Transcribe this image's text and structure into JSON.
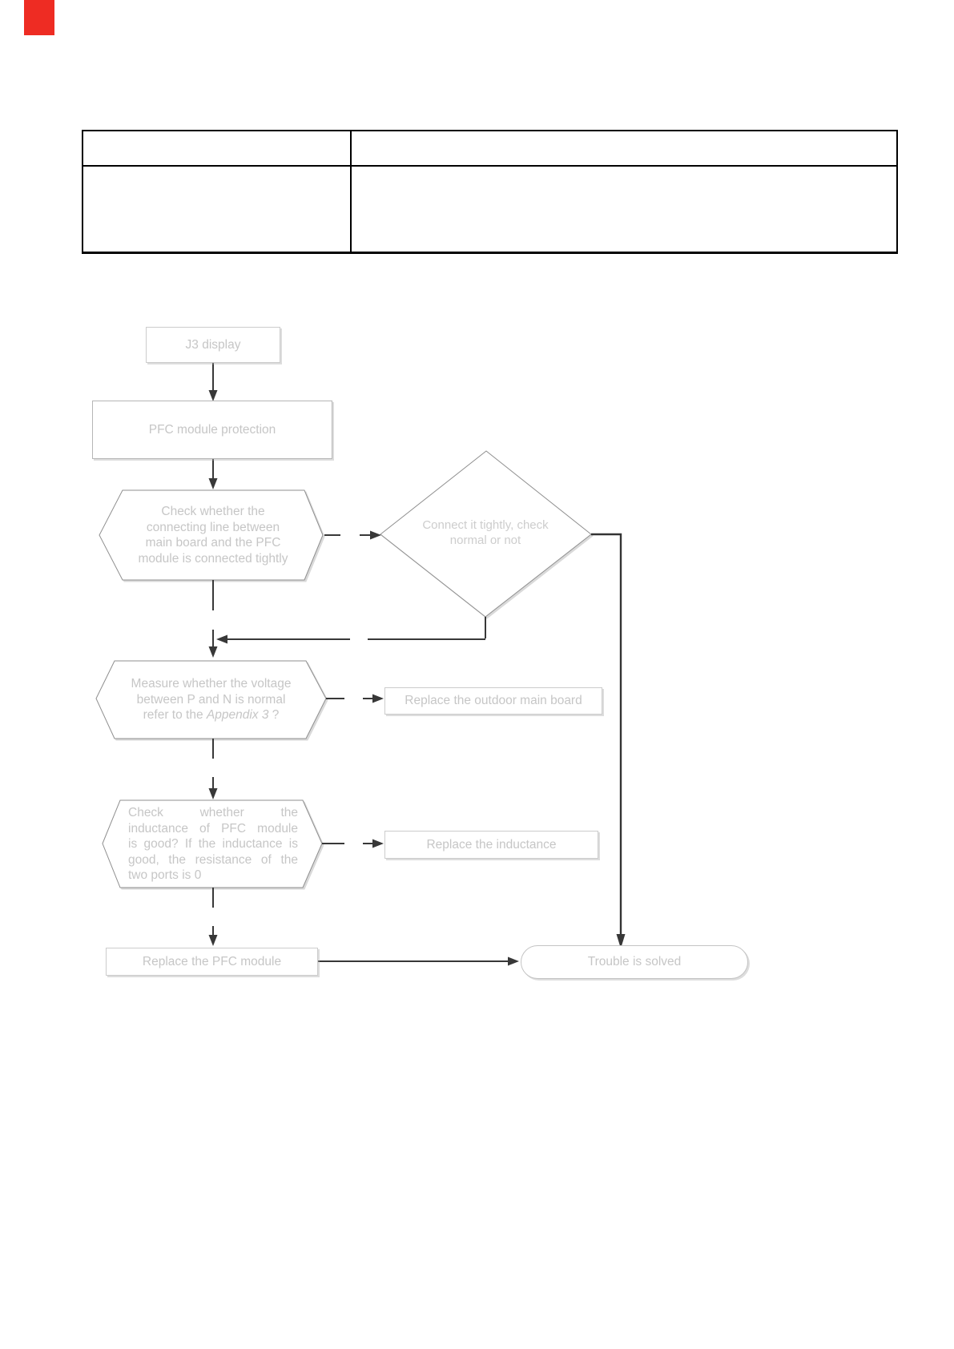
{
  "page": {
    "background": "#ffffff",
    "red_mark_color": "#ee2c23"
  },
  "table": {
    "header_row": [
      "",
      ""
    ],
    "body_row": [
      "",
      ""
    ]
  },
  "flowchart": {
    "start": {
      "label": "J3 display"
    },
    "protection": {
      "label": "PFC module protection"
    },
    "check_connection": {
      "label": "Check whether the\nconnecting line between\nmain board and the PFC\nmodule is connected tightly"
    },
    "connect_tightly": {
      "label": "Connect it tightly, check\nnormal or not"
    },
    "measure_voltage": {
      "line1": "Measure whether the voltage",
      "line2": "between P and N is normal",
      "line3_prefix": "refer to the ",
      "line3_italic": "Appendix 3",
      "line3_suffix": " ?"
    },
    "replace_main_board": {
      "label": "Replace the outdoor main board"
    },
    "check_inductance": {
      "lines": [
        "Check whether the",
        "inductance of PFC module",
        "is good? If the inductance is",
        "good, the resistance of the",
        "two ports is 0"
      ]
    },
    "replace_inductance": {
      "label": "Replace the inductance"
    },
    "replace_pfc": {
      "label": "Replace the PFC module"
    },
    "solved": {
      "label": "Trouble is solved"
    }
  },
  "colors": {
    "line": "#383838",
    "shape_stroke": "#8f8f8f",
    "box_border": "#b6b6b6",
    "text": "#c6c6c6",
    "table_border": "#000000"
  }
}
